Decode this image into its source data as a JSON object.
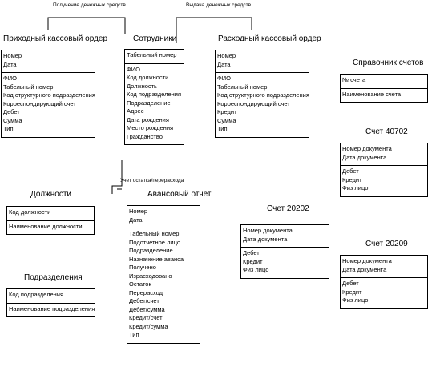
{
  "annotations": {
    "receipt_link": "Получение денежных средств",
    "payout_link": "Выдача денежных средств",
    "balance_link": "Учет остатка/перерасхода"
  },
  "entities": {
    "receipt_order": {
      "title": "Приходный кассовый ордер",
      "sections": [
        [
          "Номер",
          "Дата"
        ],
        [
          "ФИО",
          "Табельный номер",
          "Код структурного подразделения",
          "Корреспондирующий счет",
          "Дебет",
          "Сумма",
          "Тип"
        ]
      ]
    },
    "employees": {
      "title": "Сотрудники",
      "sections": [
        [
          "Табельный номер"
        ],
        [
          "ФИО",
          "Код должности",
          "Должность",
          "Код подразделения",
          "Подразделение",
          "Адрес",
          "Дата рождения",
          "Место рождения",
          "Гражданство"
        ]
      ]
    },
    "expense_order": {
      "title": "Расходный кассовый ордер",
      "sections": [
        [
          "Номер",
          "Дата"
        ],
        [
          "ФИО",
          "Табельный номер",
          "Код структурного подразделения",
          "Корреспондирующий счет",
          "Кредит",
          "Сумма",
          "Тип"
        ]
      ]
    },
    "accounts_ref": {
      "title": "Справочник счетов",
      "sections": [
        [
          "№ счета"
        ],
        [
          "Наименование счета"
        ]
      ]
    },
    "account_40702": {
      "title": "Счет 40702",
      "sections": [
        [
          "Номер документа",
          "Дата документа"
        ],
        [
          "Дебет",
          "Кредит",
          "Физ лицо"
        ]
      ]
    },
    "positions": {
      "title": "Должности",
      "sections": [
        [
          "Код должности"
        ],
        [
          "Наименование должности"
        ]
      ]
    },
    "advance_report": {
      "title": "Авансовый отчет",
      "sections": [
        [
          "Номер",
          "Дата"
        ],
        [
          "Табельный номер",
          "Подотчетное лицо",
          "Подразделение",
          "Назначение аванса",
          "Получено",
          "Израсходовано",
          "Остаток",
          "Перерасход",
          "Дебет/счет",
          "Дебет/сумма",
          "Кредит/счет",
          "Кредит/сумма",
          "Тип"
        ]
      ]
    },
    "account_20202": {
      "title": "Счет 20202",
      "sections": [
        [
          "Номер документа",
          "Дата документа"
        ],
        [
          "Дебет",
          "Кредит",
          "Физ лицо"
        ]
      ]
    },
    "account_20209": {
      "title": "Счет 20209",
      "sections": [
        [
          "Номер документа",
          "Дата документа"
        ],
        [
          "Дебет",
          "Кредит",
          "Физ лицо"
        ]
      ]
    },
    "departments": {
      "title": "Подразделения",
      "sections": [
        [
          "Код подразделения"
        ],
        [
          "Наименование подразделения"
        ]
      ]
    }
  }
}
